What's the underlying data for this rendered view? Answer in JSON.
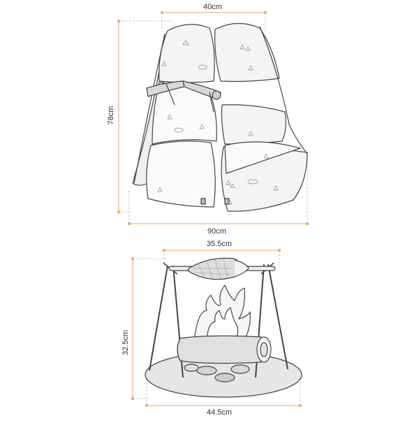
{
  "tent": {
    "width_top": "40cm",
    "height": "78cm",
    "width_bottom": "90cm"
  },
  "campfire": {
    "width_top": "35.5cm",
    "height": "32.5cm",
    "width_bottom": "44.5cm"
  },
  "colors": {
    "dimension_line": "#f0a060",
    "outline": "#444444",
    "fill_light": "#f4f4f4",
    "fill_mid": "#e6e6e6"
  }
}
